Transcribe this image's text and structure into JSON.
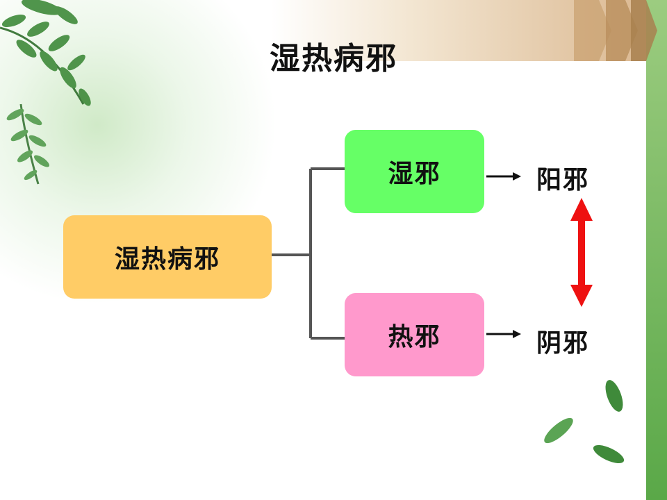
{
  "title": "湿热病邪",
  "diagram": {
    "root": "湿热病邪",
    "branches": [
      {
        "label": "湿邪",
        "result": "阳邪"
      },
      {
        "label": "热邪",
        "result": "阴邪"
      }
    ]
  },
  "colors": {
    "root_box": "#ffcc66",
    "damp_box": "#66ff66",
    "heat_box": "#ff99cc",
    "connector": "#555555",
    "double_arrow": "#ee1111",
    "leaf": "#3f8a3a"
  }
}
